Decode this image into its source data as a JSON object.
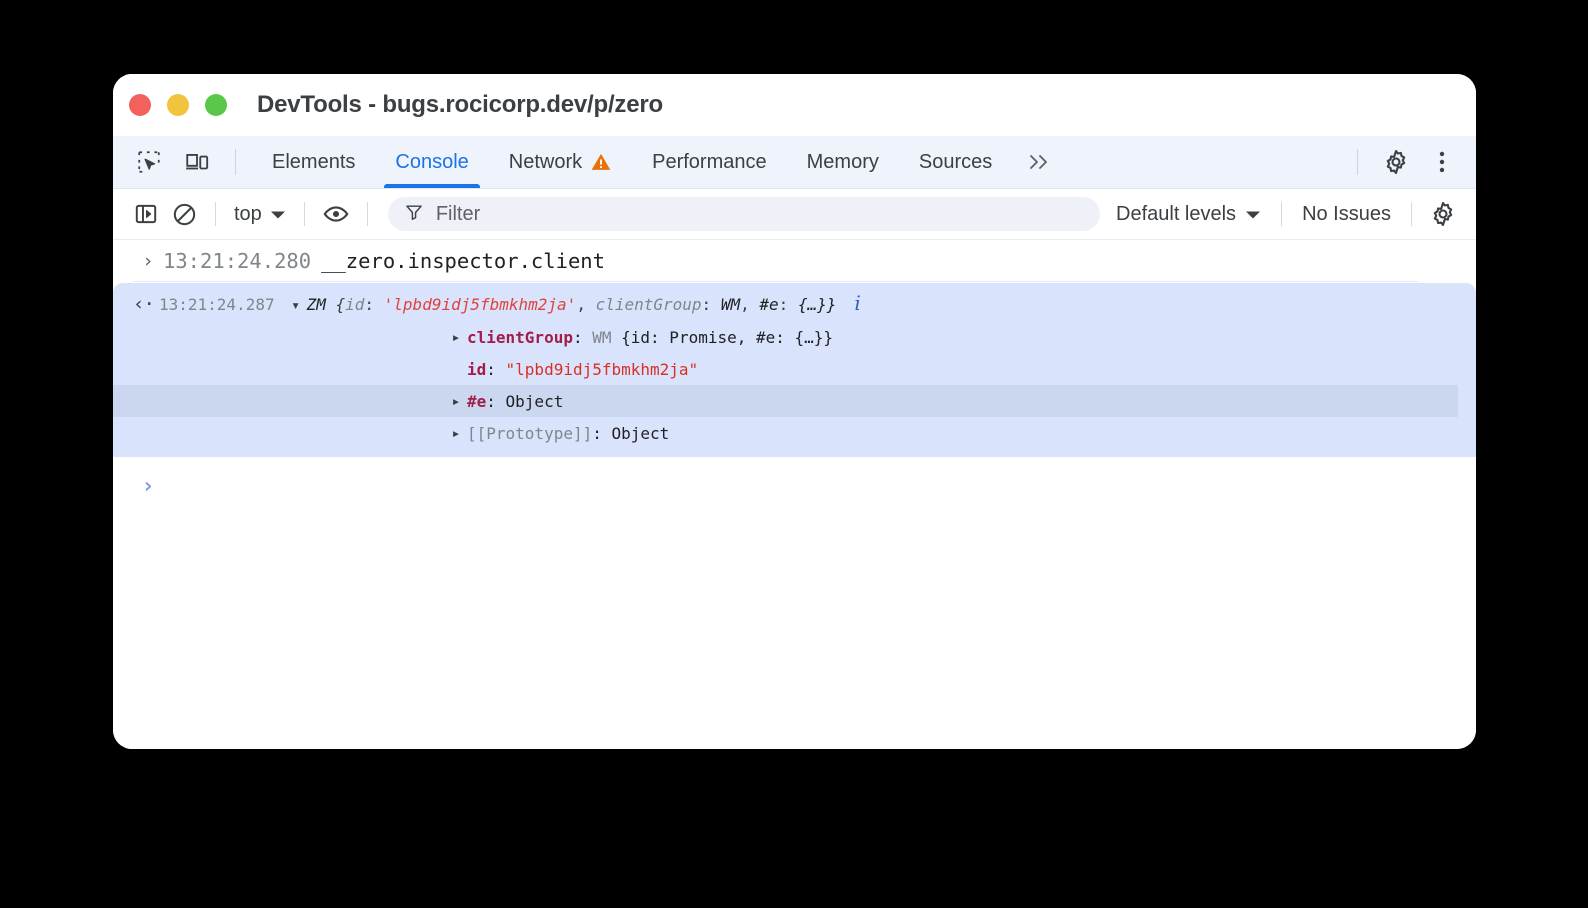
{
  "window": {
    "title": "DevTools - bugs.rocicorp.dev/p/zero",
    "traffic_lights": [
      "close",
      "minimize",
      "zoom"
    ]
  },
  "tabbar": {
    "left_icons": [
      "inspect-element-icon",
      "device-toolbar-icon"
    ],
    "tabs": [
      {
        "label": "Elements",
        "active": false,
        "badge": null
      },
      {
        "label": "Console",
        "active": true,
        "badge": null
      },
      {
        "label": "Network",
        "active": false,
        "badge": "warning-icon"
      },
      {
        "label": "Performance",
        "active": false,
        "badge": null
      },
      {
        "label": "Memory",
        "active": false,
        "badge": null
      },
      {
        "label": "Sources",
        "active": false,
        "badge": null
      }
    ],
    "more_tabs_label": "»",
    "right_icons": [
      "settings-gear-icon",
      "more-options-icon"
    ],
    "accent_color": "#1a73e8",
    "warning_color": "#e8710a"
  },
  "console_toolbar": {
    "sidebar_toggle": "console-sidebar-icon",
    "clear_label": "clear-console-icon",
    "context_value": "top",
    "context_caret": "▾",
    "live_expression": "eye-icon",
    "filter_icon": "filter-funnel-icon",
    "filter_placeholder": "Filter",
    "filter_value": "",
    "levels_label": "Default levels",
    "levels_caret": "▾",
    "issues_label": "No Issues",
    "settings_icon": "settings-gear-icon"
  },
  "console": {
    "command": {
      "gutter": "›",
      "timestamp": "13:21:24.280",
      "text": "__zero.inspector.client"
    },
    "result": {
      "gutter": "‹·",
      "timestamp": "13:21:24.287",
      "disclosure": "▾",
      "constructor": "ZM",
      "preview_open": " {",
      "preview_key1": "id",
      "preview_sep1": ": ",
      "preview_val1": "'lpbd9idj5fbmkhm2ja'",
      "preview_comma1": ", ",
      "preview_key2": "clientGroup",
      "preview_sep2": ": ",
      "preview_val2": "WM",
      "preview_comma2": ", ",
      "preview_key3": "#e",
      "preview_sep3": ": ",
      "preview_val3": "{…}}",
      "info_icon": "i",
      "properties": [
        {
          "disclosure": "▸",
          "key": "clientGroup",
          "key_style": "own",
          "separator": ": ",
          "value_type": "WM ",
          "value_preview": "{id: Promise, #e: {…}}",
          "hovered": false
        },
        {
          "disclosure": "",
          "key": "id",
          "key_style": "own",
          "separator": ": ",
          "value_type": "",
          "value_preview": "\"lpbd9idj5fbmkhm2ja\"",
          "hovered": false
        },
        {
          "disclosure": "▸",
          "key": "#e",
          "key_style": "private",
          "separator": ": ",
          "value_type": "",
          "value_preview": "Object",
          "hovered": true
        },
        {
          "disclosure": "▸",
          "key": "[[Prototype]]",
          "key_style": "internal",
          "separator": ": ",
          "value_type": "",
          "value_preview": "Object",
          "hovered": false
        }
      ]
    },
    "prompt_caret": "›",
    "prompt_value": "",
    "selection_color": "#d9e3fb",
    "hover_color": "#cbd7ef"
  }
}
